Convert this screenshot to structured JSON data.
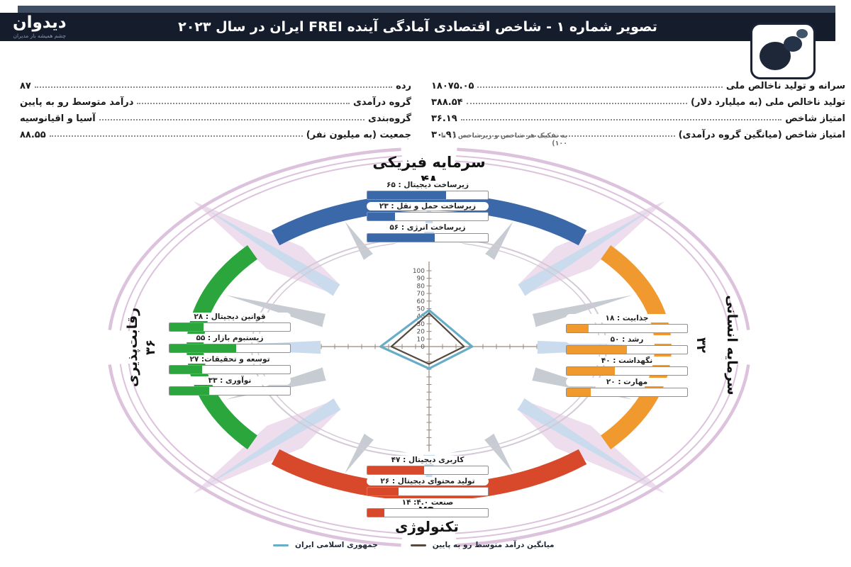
{
  "header": {
    "title": "تصویر شماره ۱ - شاخص اقتصادی آمادگی آینده FREI ایران در سال ۲۰۲۳",
    "brand": {
      "name": "دیدوان",
      "tagline": "چشم همیشه باز مدیران"
    }
  },
  "stats": {
    "left_column": [
      {
        "label": "رده",
        "value": "۸۷"
      },
      {
        "label": "گروه درآمدی",
        "value": "درآمد متوسط رو به پایین"
      },
      {
        "label": "گروه‌بندی",
        "value": "آسیا و اقیانوسیه"
      },
      {
        "label": "جمعیت (به میلیون نفر)",
        "value": "۸۸.۵۵"
      }
    ],
    "right_column": [
      {
        "label": "سرانه و تولید ناخالص ملی",
        "value": "۱۸۰۷۵.۰۵"
      },
      {
        "label": "تولید ناخالص ملی (به میلیارد دلار)",
        "value": "۳۸۸.۵۴"
      },
      {
        "label": "امتیاز شاخص",
        "value": "۳۶.۱۹"
      },
      {
        "label": "امتیاز شاخص (میانگین گروه درآمدی)",
        "value": "۳۰.۹۱"
      }
    ],
    "note": "به تفکیک هر شاخص و زیرشاخص (۰ تا ۱۰۰)"
  },
  "chart_data": {
    "type": "radar",
    "title": "شاخص اقتصادی آمادگی آینده FREI ایران ۲۰۲۳",
    "radial_axis_range": [
      0,
      100
    ],
    "radial_ticks": [
      "100",
      "90",
      "80",
      "70",
      "60",
      "50",
      "40",
      "30",
      "20",
      "10",
      "0"
    ],
    "axes": [
      {
        "key": "physical",
        "title": "سرمایه فیزیکی",
        "score": 48,
        "score_fa": "۴۸",
        "color": "#3a68a8",
        "position": "top",
        "sub_indicators": [
          {
            "label": "زیرساخت دیجیتال : ۶۵",
            "value": 65
          },
          {
            "label": "زیرساخت حمل و نقل : ۲۳",
            "value": 23
          },
          {
            "label": "زیرساخت انرژی : ۵۶",
            "value": 56
          }
        ]
      },
      {
        "key": "human",
        "title": "سرمایه انسانی",
        "score": 32,
        "score_fa": "۳۲",
        "color": "#f0992f",
        "position": "right",
        "sub_indicators": [
          {
            "label": "جذابیت : ۱۸",
            "value": 18
          },
          {
            "label": "رشد : ۵۰",
            "value": 50
          },
          {
            "label": "نگهداشت : ۴۰",
            "value": 40
          },
          {
            "label": "مهارت : ۲۰",
            "value": 20
          }
        ]
      },
      {
        "key": "competitiveness",
        "title": "رقابت‌پذیری",
        "score": 36,
        "score_fa": "۳۶",
        "color": "#2aa63c",
        "position": "left",
        "sub_indicators": [
          {
            "label": "قوانین دیجیتال : ۲۸",
            "value": 28
          },
          {
            "label": "زیستبوم بازار : ۵۵",
            "value": 55
          },
          {
            "label": "توسعه و تحقیقات: ۲۷",
            "value": 27
          },
          {
            "label": "نوآوری : ۳۳",
            "value": 33
          }
        ]
      },
      {
        "key": "technology",
        "title": "تکنولوژی",
        "score": 29,
        "score_fa": "۲۹",
        "color": "#d8492b",
        "position": "bottom",
        "sub_indicators": [
          {
            "label": "کاربری دیجیتال : ۴۷",
            "value": 47
          },
          {
            "label": "تولید محتوای دیجیتال : ۲۶",
            "value": 26
          },
          {
            "label": "صنعت ۴.۰: ۱۴",
            "value": 14
          }
        ]
      }
    ],
    "series": [
      {
        "name": "جمهوری اسلامی ایران",
        "color": "#68adc8",
        "stroke_width": 3.2,
        "values": {
          "physical": 48,
          "human": 32,
          "technology": 29,
          "competitiveness": 36
        }
      },
      {
        "name": "میانگین درآمد متوسط رو به پایین",
        "color": "#554a40",
        "stroke_width": 2.2,
        "values": {
          "physical": 44,
          "human": 26,
          "technology": 23,
          "competitiveness": 28
        }
      }
    ]
  },
  "legend": {
    "items": [
      {
        "label": "جمهوری اسلامی ایران",
        "color": "#68adc8"
      },
      {
        "label": "میانگین درآمد متوسط رو به پایین",
        "color": "#554a40"
      }
    ]
  },
  "decor_colors": {
    "star_blue": "#c9dbec",
    "star_gray": "#c7ccd3",
    "needle": "#dce1e6",
    "petal_pink": "#e8d5e8",
    "ring_pink": "#dcc2dc",
    "ring_inner": "#d4c9d6",
    "axis": "#97897b",
    "tick_label": "#4c4c4c"
  }
}
